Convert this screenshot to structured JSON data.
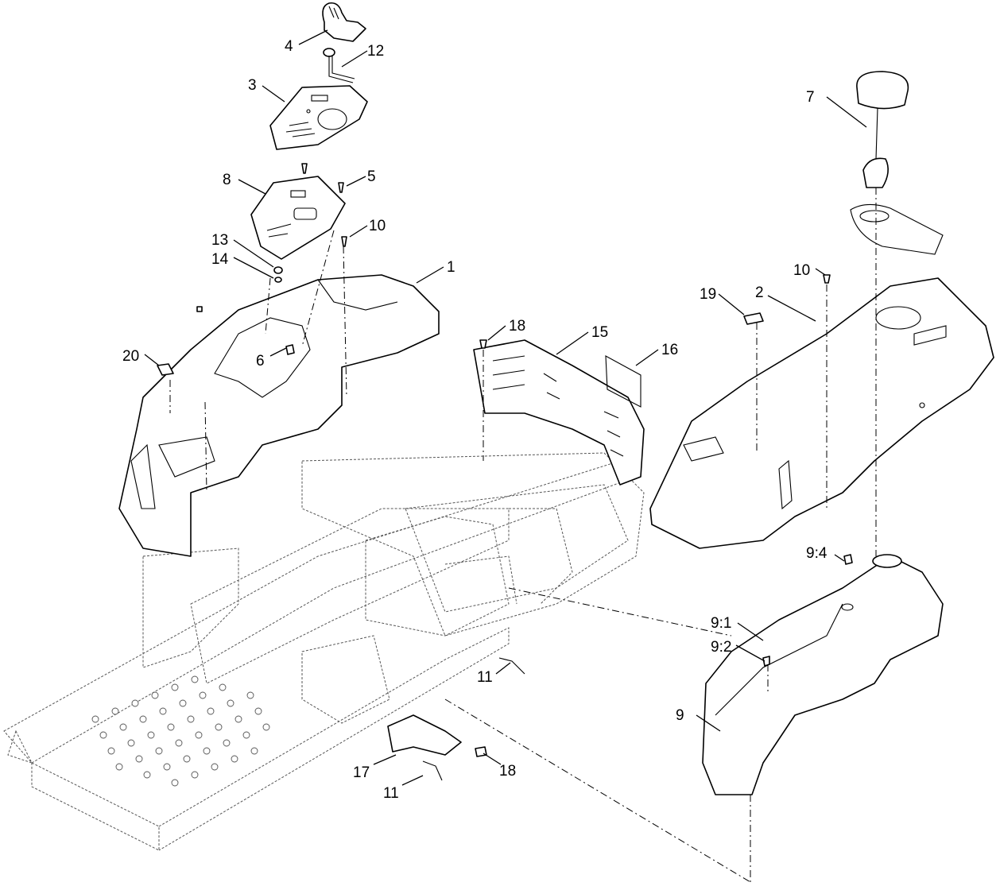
{
  "callouts": [
    {
      "id": "c1",
      "text": "1"
    },
    {
      "id": "c2",
      "text": "2"
    },
    {
      "id": "c3",
      "text": "3"
    },
    {
      "id": "c4",
      "text": "4"
    },
    {
      "id": "c5",
      "text": "5"
    },
    {
      "id": "c6",
      "text": "6"
    },
    {
      "id": "c7",
      "text": "7"
    },
    {
      "id": "c8",
      "text": "8"
    },
    {
      "id": "c9",
      "text": "9"
    },
    {
      "id": "c9_1",
      "text": "9:1"
    },
    {
      "id": "c9_2",
      "text": "9:2"
    },
    {
      "id": "c9_4",
      "text": "9:4"
    },
    {
      "id": "c10a",
      "text": "10"
    },
    {
      "id": "c10b",
      "text": "10"
    },
    {
      "id": "c11a",
      "text": "11"
    },
    {
      "id": "c11b",
      "text": "11"
    },
    {
      "id": "c12",
      "text": "12"
    },
    {
      "id": "c13",
      "text": "13"
    },
    {
      "id": "c14",
      "text": "14"
    },
    {
      "id": "c15",
      "text": "15"
    },
    {
      "id": "c16",
      "text": "16"
    },
    {
      "id": "c17",
      "text": "17"
    },
    {
      "id": "c18a",
      "text": "18"
    },
    {
      "id": "c18b",
      "text": "18"
    },
    {
      "id": "c19",
      "text": "19"
    },
    {
      "id": "c20",
      "text": "20"
    }
  ]
}
